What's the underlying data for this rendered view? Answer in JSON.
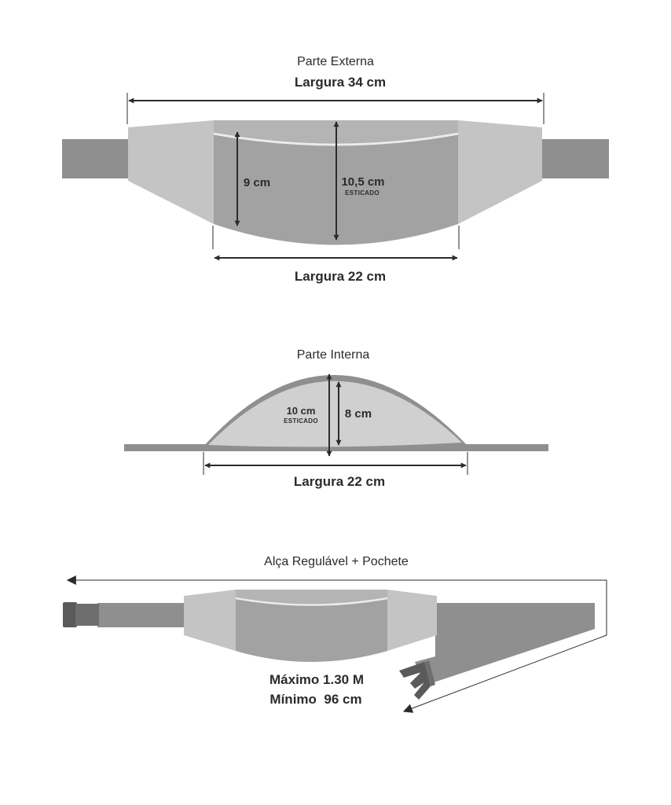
{
  "sections": {
    "external": {
      "title": "Parte Externa",
      "top_width_label": "Largura 34 cm",
      "bottom_width_label": "Largura 22 cm",
      "height_short_label": "9 cm",
      "height_stretched_label": "10,5 cm",
      "stretched_note": "ESTICADO"
    },
    "internal": {
      "title": "Parte Interna",
      "stretched_height_label": "10 cm",
      "stretched_note": "ESTICADO",
      "height_label": "8 cm",
      "width_label": "Largura 22 cm"
    },
    "strap": {
      "title": "Alça Regulável + Pochete",
      "max_label": "Máximo 1.30 M",
      "min_label": "Mínimo  96 cm"
    }
  },
  "colors": {
    "text": "#2b2b2b",
    "strap": "#8f8f8f",
    "body_light": "#c4c4c4",
    "pocket": "#a2a2a2",
    "buckle": "#5a5a5a",
    "inner_fill": "#d0d0d0"
  }
}
